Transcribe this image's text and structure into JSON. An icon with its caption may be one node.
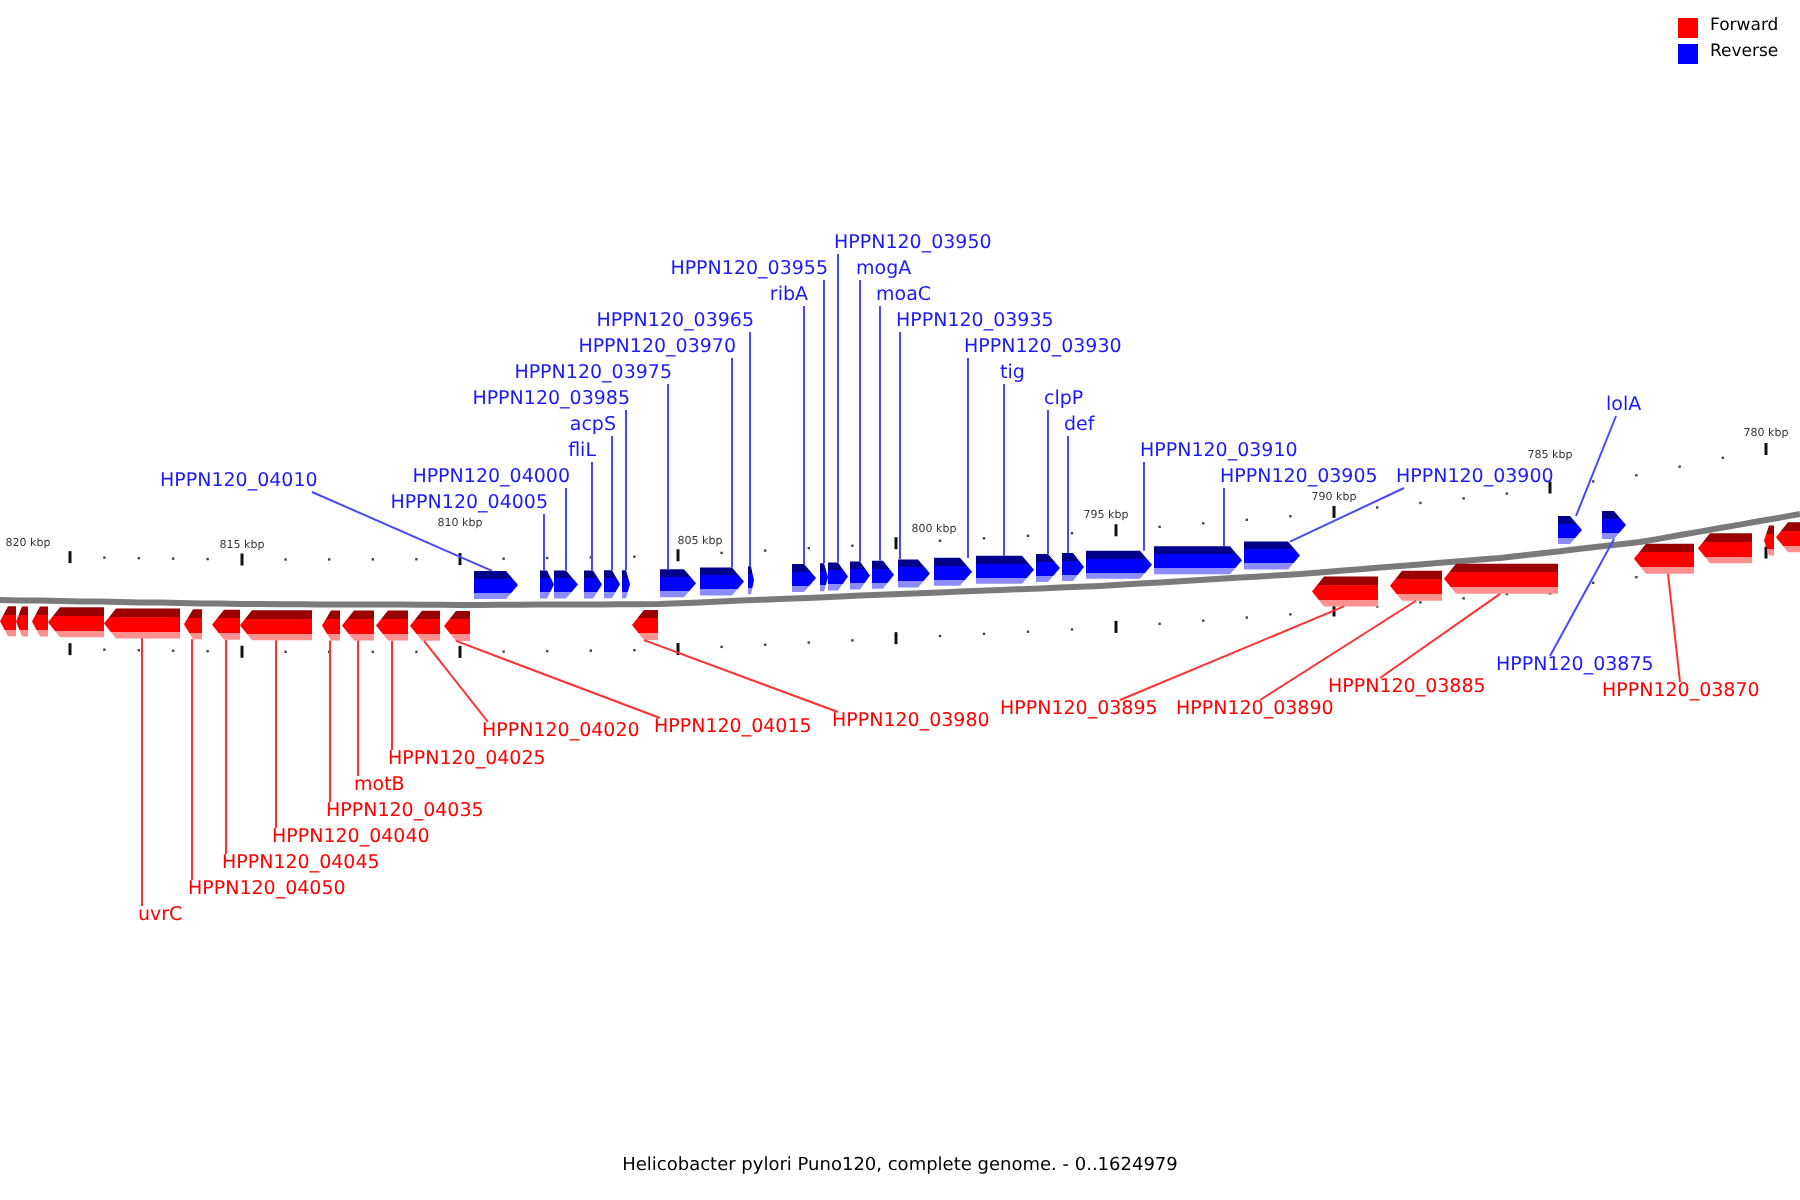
{
  "diagram": {
    "caption": "Helicobacter pylori Puno120, complete genome. - 0..1624979",
    "nodes": [
      {
        "text": [
          "HPPN120_04010"
        ]
      },
      {
        "text": [
          "HPPN120_04005"
        ]
      },
      {
        "text": [
          "HPPN120_04000"
        ]
      },
      {
        "text": [
          "HPPN120_03985"
        ]
      },
      {
        "text": [
          "fliL"
        ]
      },
      {
        "text": [
          "acpS"
        ]
      },
      {
        "text": [
          "HPPN120_03975"
        ]
      },
      {
        "text": [
          "HPPN120_03970"
        ]
      },
      {
        "text": [
          "HPPN120_03965"
        ]
      },
      {
        "text": [
          "HPPN120_03955"
        ]
      },
      {
        "text": [
          "HPPN120_03950"
        ]
      },
      {
        "text": [
          "ribA"
        ]
      },
      {
        "text": [
          "mogA"
        ]
      },
      {
        "text": [
          "HPPN120_03935"
        ]
      },
      {
        "text": [
          "moaC"
        ]
      },
      {
        "text": [
          "HPPN120_03930"
        ]
      },
      {
        "text": [
          "tig"
        ]
      },
      {
        "text": [
          "clpP"
        ]
      },
      {
        "text": [
          "def"
        ]
      },
      {
        "text": [
          "HPPN120_03910"
        ]
      },
      {
        "text": [
          "HPPN120_03905"
        ]
      },
      {
        "text": [
          "HPPN120_03900"
        ]
      },
      {
        "text": [
          "lolA"
        ]
      },
      {
        "text": [
          "uvrC"
        ]
      },
      {
        "text": [
          "HPPN120_04050"
        ]
      },
      {
        "text": [
          "HPPN120_04045"
        ]
      },
      {
        "text": [
          "HPPN120_04040"
        ]
      },
      {
        "text": [
          "HPPN120_04035"
        ]
      },
      {
        "text": [
          "motB"
        ]
      },
      {
        "text": [
          "HPPN120_04025"
        ]
      },
      {
        "text": [
          "HPPN120_04020"
        ]
      },
      {
        "text": [
          "HPPN120_04015"
        ]
      },
      {
        "text": [
          "HPPN120_03980"
        ]
      },
      {
        "text": [
          "HPPN120_03895"
        ]
      },
      {
        "text": [
          "HPPN120_03890"
        ]
      },
      {
        "text": [
          "HPPN120_03885"
        ]
      },
      {
        "text": [
          "HPPN120_03875"
        ]
      },
      {
        "text": [
          "HPPN120_03870"
        ]
      },
      {
        "text": [],
        "shape": "bar"
      },
      {
        "text": [],
        "shape": "bar"
      },
      {
        "text": [],
        "shape": "bar"
      },
      {
        "text": [],
        "shape": "bar"
      },
      {
        "text": [],
        "shape": "bar"
      },
      {
        "text": [],
        "shape": "bar"
      },
      {
        "text": [],
        "shape": "bar"
      },
      {
        "text": [],
        "shape": "bar"
      },
      {
        "text": [],
        "shape": "bar"
      },
      {
        "text": [],
        "shape": "bar"
      },
      {
        "text": [],
        "shape": "bar"
      },
      {
        "text": [],
        "shape": "bar"
      },
      {
        "text": [],
        "shape": "bar"
      },
      {
        "text": [],
        "shape": "bar"
      },
      {
        "text": [],
        "shape": "bar"
      },
      {
        "text": [],
        "shape": "bar"
      },
      {
        "text": [],
        "shape": "bar"
      },
      {
        "text": [],
        "shape": "bar"
      },
      {
        "text": [],
        "shape": "bar"
      },
      {
        "text": [],
        "shape": "bar"
      },
      {
        "text": [],
        "shape": "bar"
      },
      {
        "text": [],
        "shape": "bar"
      },
      {
        "text": [],
        "shape": "bar"
      },
      {
        "text": [],
        "shape": "bar"
      },
      {
        "text": [],
        "shape": "bar"
      },
      {
        "text": [],
        "shape": "bar"
      },
      {
        "text": [],
        "shape": "bar"
      },
      {
        "text": [],
        "shape": "bar"
      },
      {
        "text": [],
        "shape": "bar"
      },
      {
        "text": [],
        "shape": "bar"
      },
      {
        "text": [],
        "shape": "bar"
      },
      {
        "text": [],
        "shape": "bar"
      },
      {
        "text": [],
        "shape": "bar"
      },
      {
        "text": [],
        "shape": "bar"
      },
      {
        "text": [],
        "shape": "bar"
      },
      {
        "text": [],
        "shape": "bar"
      },
      {
        "text": [],
        "shape": "bar"
      },
      {
        "text": [],
        "shape": "bar"
      },
      {
        "text": [],
        "shape": "bar"
      },
      {
        "text": [],
        "shape": "bar"
      },
      {
        "text": [],
        "shape": "bar"
      },
      {
        "text": [],
        "shape": "bar"
      },
      {
        "text": [],
        "shape": "bar"
      },
      {
        "text": [],
        "shape": "bar"
      },
      {
        "text": [],
        "shape": "bar"
      }
    ],
    "edges": [
      {
        "from": 0,
        "to": 51,
        "arrow": "none"
      },
      {
        "from": 1,
        "to": 52,
        "arrow": "none"
      },
      {
        "from": 2,
        "to": 53,
        "arrow": "none"
      },
      {
        "from": 3,
        "to": 56,
        "arrow": "none"
      },
      {
        "from": 4,
        "to": 54,
        "arrow": "none"
      },
      {
        "from": 5,
        "to": 55,
        "arrow": "none"
      },
      {
        "from": 6,
        "to": 58,
        "arrow": "none"
      },
      {
        "from": 7,
        "to": 59,
        "arrow": "none"
      },
      {
        "from": 8,
        "to": 60,
        "arrow": "none"
      },
      {
        "from": 9,
        "to": 62,
        "arrow": "none"
      },
      {
        "from": 10,
        "to": 63,
        "arrow": "none"
      },
      {
        "from": 11,
        "to": 61,
        "arrow": "none"
      },
      {
        "from": 12,
        "to": 64,
        "arrow": "none"
      },
      {
        "from": 13,
        "to": 66,
        "arrow": "none"
      },
      {
        "from": 14,
        "to": 65,
        "arrow": "none"
      },
      {
        "from": 15,
        "to": 67,
        "arrow": "none"
      },
      {
        "from": 16,
        "to": 68,
        "arrow": "none"
      },
      {
        "from": 17,
        "to": 69,
        "arrow": "none"
      },
      {
        "from": 18,
        "to": 70,
        "arrow": "none"
      },
      {
        "from": 19,
        "to": 71,
        "arrow": "none"
      },
      {
        "from": 20,
        "to": 72,
        "arrow": "none"
      },
      {
        "from": 21,
        "to": 73,
        "arrow": "none"
      },
      {
        "from": 22,
        "to": 77,
        "arrow": "none"
      },
      {
        "from": 23,
        "to": 42,
        "arrow": "none",
        "color": "#ff3030"
      },
      {
        "from": 24,
        "to": 43,
        "arrow": "none",
        "color": "#ff3030"
      },
      {
        "from": 25,
        "to": 44,
        "arrow": "none",
        "color": "#ff3030"
      },
      {
        "from": 26,
        "to": 45,
        "arrow": "none",
        "color": "#ff3030"
      },
      {
        "from": 27,
        "to": 46,
        "arrow": "none",
        "color": "#ff3030"
      },
      {
        "from": 28,
        "to": 47,
        "arrow": "none",
        "color": "#ff3030"
      },
      {
        "from": 29,
        "to": 48,
        "arrow": "none",
        "color": "#ff3030"
      },
      {
        "from": 30,
        "to": 49,
        "arrow": "none",
        "color": "#ff3030"
      },
      {
        "from": 31,
        "to": 50,
        "arrow": "none",
        "color": "#ff3030"
      },
      {
        "from": 32,
        "to": 57,
        "arrow": "none",
        "color": "#ff3030"
      },
      {
        "from": 33,
        "to": 74,
        "arrow": "none",
        "color": "#ff3030"
      },
      {
        "from": 34,
        "to": 75,
        "arrow": "none",
        "color": "#ff3030"
      },
      {
        "from": 35,
        "to": 76,
        "arrow": "none",
        "color": "#ff3030"
      },
      {
        "from": 36,
        "to": 78,
        "arrow": "none"
      },
      {
        "from": 37,
        "to": 79,
        "arrow": "none",
        "color": "#ff3030"
      }
    ],
    "labels": [
      "820 kbp",
      "815 kbp",
      "810 kbp",
      "805 kbp",
      "800 kbp",
      "795 kbp",
      "790 kbp",
      "785 kbp",
      "780 kbp"
    ],
    "legend": [
      {
        "text": "Forward",
        "color": "#ff0000"
      },
      {
        "text": "Reverse",
        "color": "#0000ff"
      }
    ]
  }
}
